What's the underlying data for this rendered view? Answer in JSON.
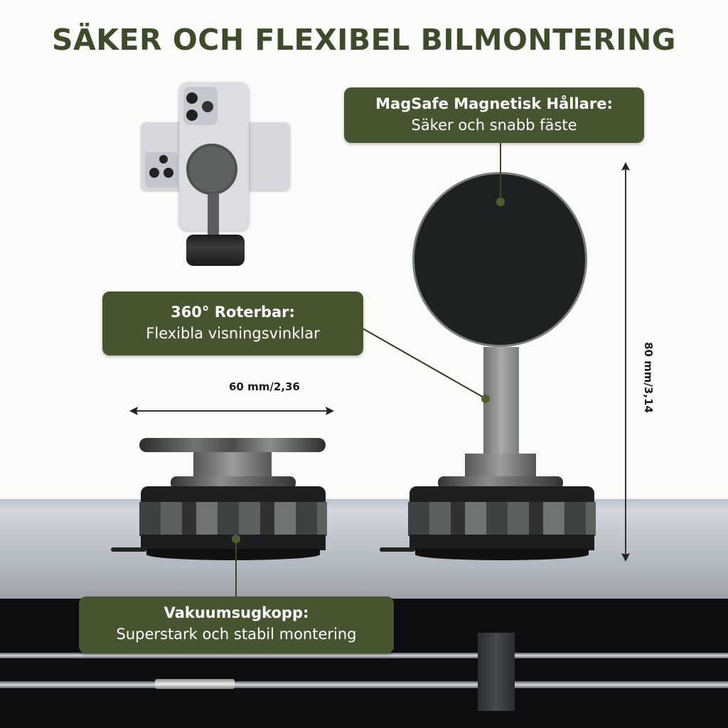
{
  "title": "SÄKER OCH FLEXIBEL BILMONTERING",
  "callouts": {
    "magsafe": {
      "heading": "MagSafe Magnetisk Hållare:",
      "sub": "Säker och snabb fäste"
    },
    "rotate": {
      "heading": "360° Roterbar:",
      "sub": "Flexibla visningsvinklar"
    },
    "vacuum": {
      "heading": "Vakuumsugkopp:",
      "sub": "Superstark och stabil montering"
    }
  },
  "dimensions": {
    "width": "60 mm/2,36",
    "height": "80 mm/3,14"
  },
  "colors": {
    "title": "#3e4a2c",
    "callout_bg": "#46552f",
    "callout_text": "#ffffff"
  }
}
